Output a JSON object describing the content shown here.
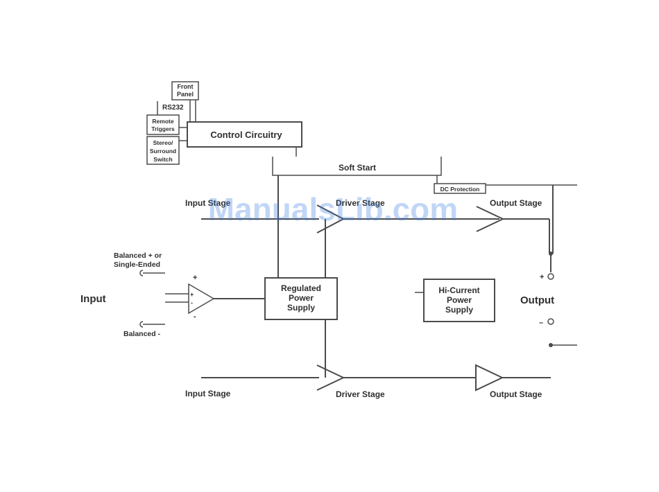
{
  "labels": {
    "front_panel_line1": "Front",
    "front_panel_line2": "Panel",
    "rs232": "RS232",
    "remote_triggers_line1": "Remote",
    "remote_triggers_line2": "Triggers",
    "stereo_switch_line1": "Stereo/",
    "stereo_switch_line2": "Surround",
    "stereo_switch_line3": "Switch",
    "control_circuitry": "Control Circuitry",
    "soft_start": "Soft Start",
    "dc_protection": "DC Protection",
    "input_stage_top": "Input Stage",
    "driver_stage_top": "Driver Stage",
    "output_stage_top": "Output Stage",
    "balanced_plus_line1": "Balanced + or",
    "balanced_plus_line2": "Single-Ended",
    "balanced_minus": "Balanced -",
    "input": "Input",
    "opamp_plus_outer": "+",
    "opamp_minus_outer": "-",
    "opamp_plus_inner": "+",
    "opamp_minus_inner": "-",
    "regulated_line1": "Regulated",
    "regulated_line2": "Power",
    "regulated_line3": "Supply",
    "hicurrent_line1": "Hi-Current",
    "hicurrent_line2": "Power",
    "hicurrent_line3": "Supply",
    "output": "Output",
    "output_plus": "+",
    "output_minus": "–",
    "input_stage_bottom": "Input Stage",
    "driver_stage_bottom": "Driver Stage",
    "output_stage_bottom": "Output Stage"
  },
  "watermark": "ManualsLib.com",
  "colors": {
    "line": "#4a4a4a",
    "text": "#2e2e2e",
    "watermark": "#3d7fe0"
  }
}
